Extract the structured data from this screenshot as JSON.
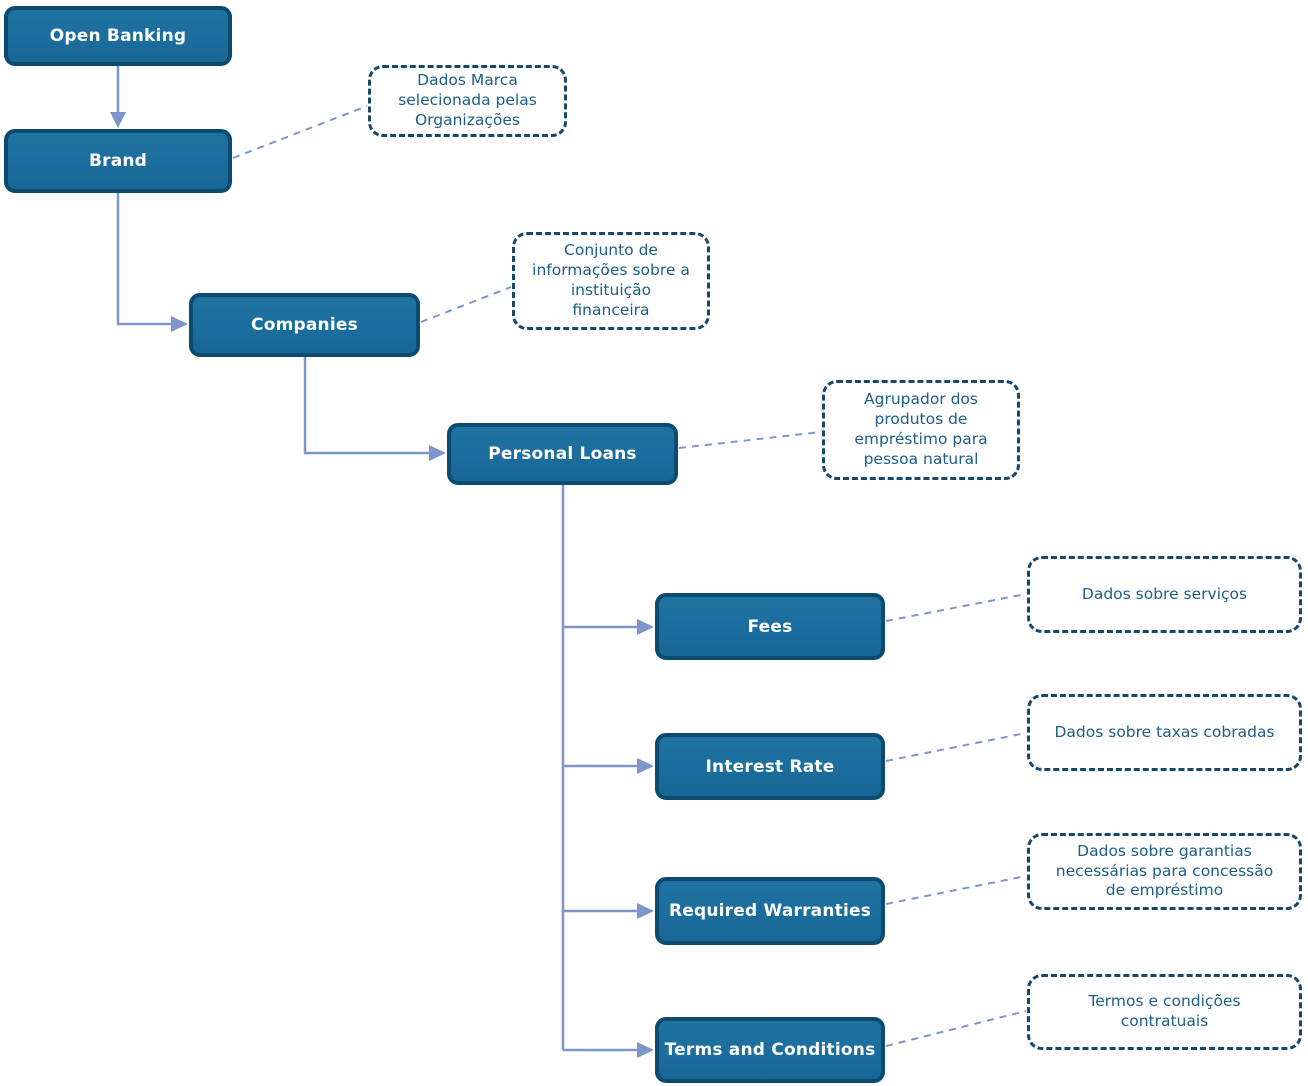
{
  "diagram": {
    "nodes": {
      "open_banking": {
        "label": "Open Banking"
      },
      "brand": {
        "label": "Brand"
      },
      "companies": {
        "label": "Companies"
      },
      "personal_loans": {
        "label": "Personal Loans"
      },
      "fees": {
        "label": "Fees"
      },
      "interest_rate": {
        "label": "Interest Rate"
      },
      "required_warranties": {
        "label": "Required Warranties"
      },
      "terms_and_conditions": {
        "label": "Terms and Conditions"
      }
    },
    "annotations": {
      "brand": {
        "text": "Dados Marca\nselecionada pelas\nOrganizações"
      },
      "companies": {
        "text": "Conjunto de\ninformações sobre a\ninstituição\nfinanceira"
      },
      "personal_loans": {
        "text": "Agrupador dos\nprodutos de\nempréstimo para\npessoa natural"
      },
      "fees": {
        "text": "Dados sobre serviços"
      },
      "interest_rate": {
        "text": "Dados sobre taxas cobradas"
      },
      "required_warranties": {
        "text": "Dados sobre garantias\nnecessárias para concessão\nde empréstimo"
      },
      "terms_and_conditions": {
        "text": "Termos e condições\ncontratuais"
      }
    },
    "edges": [
      {
        "from": "Open Banking",
        "to": "Brand"
      },
      {
        "from": "Brand",
        "to": "Companies"
      },
      {
        "from": "Companies",
        "to": "Personal Loans"
      },
      {
        "from": "Personal Loans",
        "to": "Fees"
      },
      {
        "from": "Personal Loans",
        "to": "Interest Rate"
      },
      {
        "from": "Personal Loans",
        "to": "Required Warranties"
      },
      {
        "from": "Personal Loans",
        "to": "Terms and Conditions"
      }
    ],
    "colors": {
      "node_fill": "#1b6d9e",
      "node_border": "#0d4a70",
      "node_text": "#ffffff",
      "connector": "#7e95c9",
      "annotation_border": "#17476b",
      "annotation_text": "#1d5e86",
      "background": "#ffffff"
    }
  }
}
